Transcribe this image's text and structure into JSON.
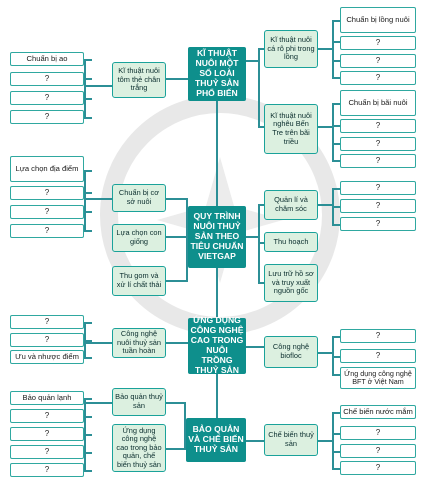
{
  "main_topics": [
    "Kĩ thuật nuôi một số loài thuỷ sản phổ biến",
    "Quy trình nuôi thuỷ sản theo tiêu chuẩn VietGAP",
    "Ứng dụng công nghệ cao trong nuôi trồng thuỷ sản",
    "Bảo quản và chế biến thuỷ sản"
  ],
  "left_mid": [
    "Kĩ thuật nuôi tôm thẻ chân trắng",
    "Chuẩn bị cơ sở nuôi",
    "Lựa chọn con giống",
    "Thu gom và xử lí chất thải",
    "Công nghệ nuôi thuỷ sản tuần hoàn",
    "Bảo quản thuỷ sản",
    "Ứng dụng công nghệ cao trong bảo quản, chế biến thuỷ sản"
  ],
  "right_mid": [
    "Kĩ thuật nuôi cá rô phi trong lồng",
    "Kĩ thuật nuôi nghêu Bến Tre trên bãi triều",
    "Quản lí và chăm sóc",
    "Thu hoạch",
    "Lưu trữ hồ sơ và truy xuất nguồn gốc",
    "Công nghệ biofloc",
    "Chế biến thuỷ sản"
  ],
  "left_leaves": {
    "g1": [
      "Chuẩn bị ao",
      "?",
      "?",
      "?"
    ],
    "g2": [
      "Lựa chọn địa điểm",
      "?",
      "?",
      "?"
    ],
    "g3": [
      "?",
      "?",
      "Ưu và nhược điểm"
    ],
    "g4": [
      "Bảo quản lạnh",
      "?",
      "?",
      "?",
      "?"
    ]
  },
  "right_leaves": {
    "g1": [
      "Chuẩn bị lồng nuôi",
      "?",
      "?",
      "?"
    ],
    "g2": [
      "Chuẩn bị bãi nuôi",
      "?",
      "?",
      "?"
    ],
    "g3": [
      "?",
      "?",
      "?"
    ],
    "g4": [
      "?",
      "?",
      "Ứng dụng công nghệ BFT ở Việt Nam"
    ],
    "g5": [
      "Chế biến nước mắm",
      "?",
      "?",
      "?"
    ]
  },
  "colors": {
    "main_fill": "#0e8f8c",
    "mid_fill": "#dcf0e0",
    "border": "#2fa8a0",
    "line": "#2c8f96"
  }
}
